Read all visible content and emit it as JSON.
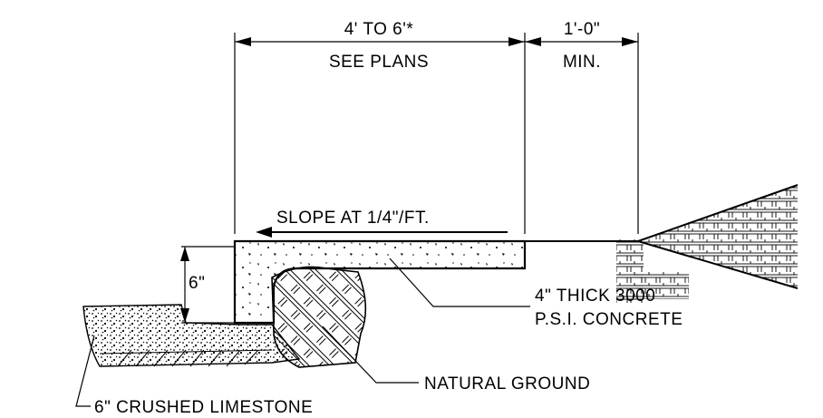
{
  "labels": {
    "dim_width_line1": "4' TO 6'*",
    "dim_width_line2": "SEE PLANS",
    "dim_offset_line1": "1'-0\"",
    "dim_offset_line2": "MIN.",
    "slope": "SLOPE AT 1/4\"/FT.",
    "thickness": "6\"",
    "concrete_line1": "4\" THICK 3000",
    "concrete_line2": "P.S.I. CONCRETE",
    "ground": "NATURAL GROUND",
    "base": "6\" CRUSHED LIMESTONE"
  },
  "colors": {
    "ink": "#000000",
    "paper": "#ffffff"
  }
}
